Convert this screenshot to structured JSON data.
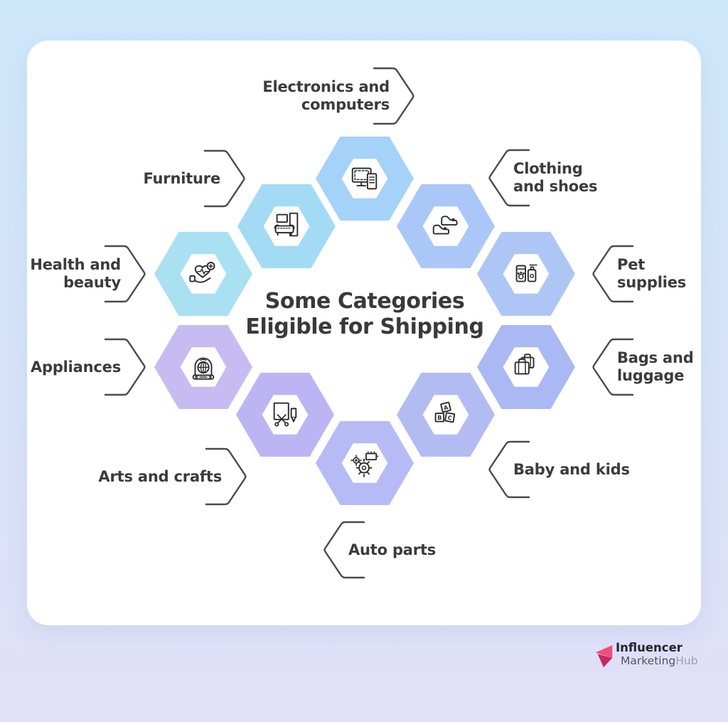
{
  "page": {
    "background_top_color": "#cde7fb",
    "background_bottom_color": "#e1e0f8",
    "card_color": "#ffffff",
    "text_color": "#3b3b3f",
    "bracket_color": "#4a4a4a"
  },
  "title": {
    "line1": "Some Categories",
    "line2": "Eligible for Shipping"
  },
  "categories": [
    {
      "label": "Electronics and computers",
      "label_line1": "Electronics and",
      "label_line2": "computers",
      "icon": "electronics-icon",
      "color": "#a5d2f8"
    },
    {
      "label": "Furniture",
      "label_line1": "Furniture",
      "icon": "furniture-icon",
      "color": "#a3dbf5"
    },
    {
      "label": "Clothing and shoes",
      "label_line1": "Clothing",
      "label_line2": "and shoes",
      "icon": "clothing-icon",
      "color": "#abc7f8"
    },
    {
      "label": "Health and beauty",
      "label_line1": "Health and",
      "label_line2": "beauty",
      "icon": "health-icon",
      "color": "#a9e0f2"
    },
    {
      "label": "Pet supplies",
      "label_line1": "Pet",
      "label_line2": "supplies",
      "icon": "pet-icon",
      "color": "#aec6f5"
    },
    {
      "label": "Appliances",
      "label_line1": "Appliances",
      "icon": "appliances-icon",
      "color": "#c6bcf2"
    },
    {
      "label": "Bags and luggage",
      "label_line1": "Bags and",
      "label_line2": "luggage",
      "icon": "bags-icon",
      "color": "#aab9f3"
    },
    {
      "label": "Arts and crafts",
      "label_line1": "Arts and crafts",
      "icon": "arts-icon",
      "color": "#bcb5f3"
    },
    {
      "label": "Baby and kids",
      "label_line1": "Baby and kids",
      "icon": "baby-icon",
      "color": "#b2bcf2"
    },
    {
      "label": "Auto parts",
      "label_line1": "Auto parts",
      "icon": "auto-icon",
      "color": "#b6bbf6"
    }
  ],
  "footer_logo": {
    "line1": "Influencer",
    "line2_part1": "Marketing",
    "line2_part2": "Hub",
    "arrow_light_color": "#ef4e7b",
    "arrow_dark_color": "#c62a5c"
  }
}
